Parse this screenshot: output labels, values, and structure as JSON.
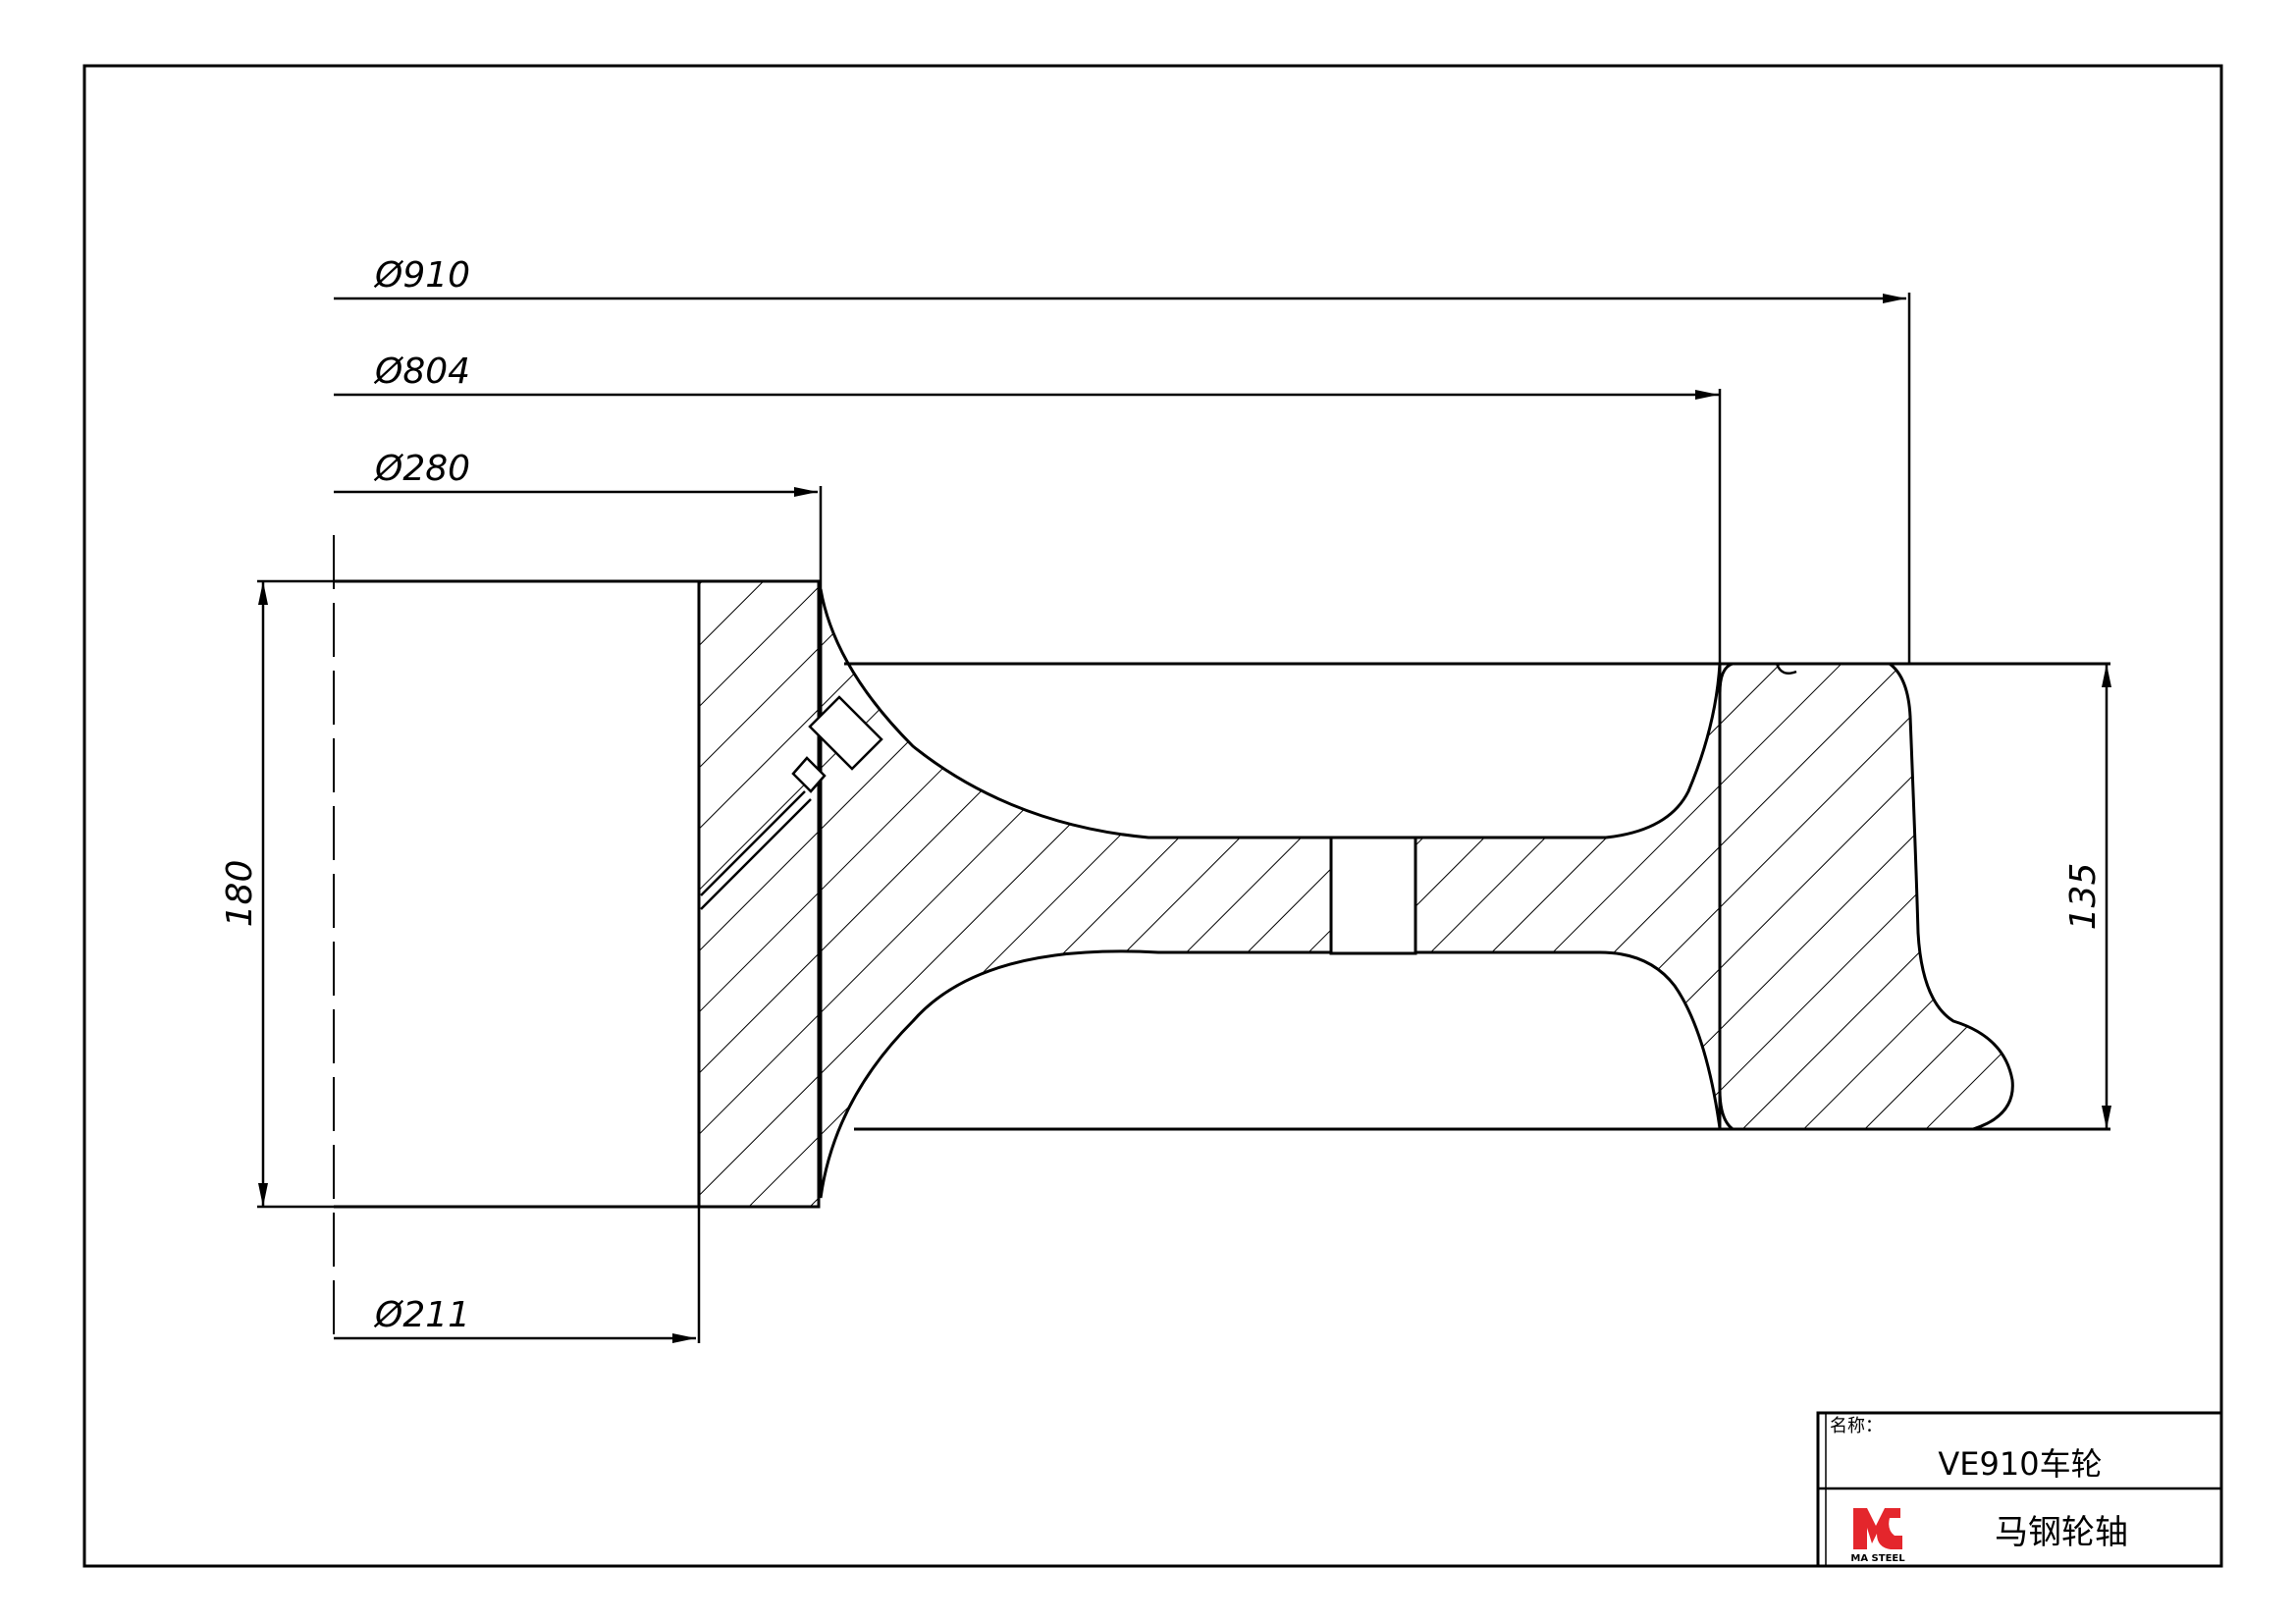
{
  "dimensions": {
    "d910": "Ø910",
    "d804": "Ø804",
    "d280": "Ø280",
    "d211": "Ø211",
    "h180": "180",
    "h135": "135"
  },
  "title_block": {
    "name_label": "名称：",
    "name_value": "VE910车轮",
    "company": "马钢轮轴",
    "logo_text": "MA STEEL"
  },
  "colors": {
    "line": "#000000",
    "logo": "#e4262c"
  }
}
